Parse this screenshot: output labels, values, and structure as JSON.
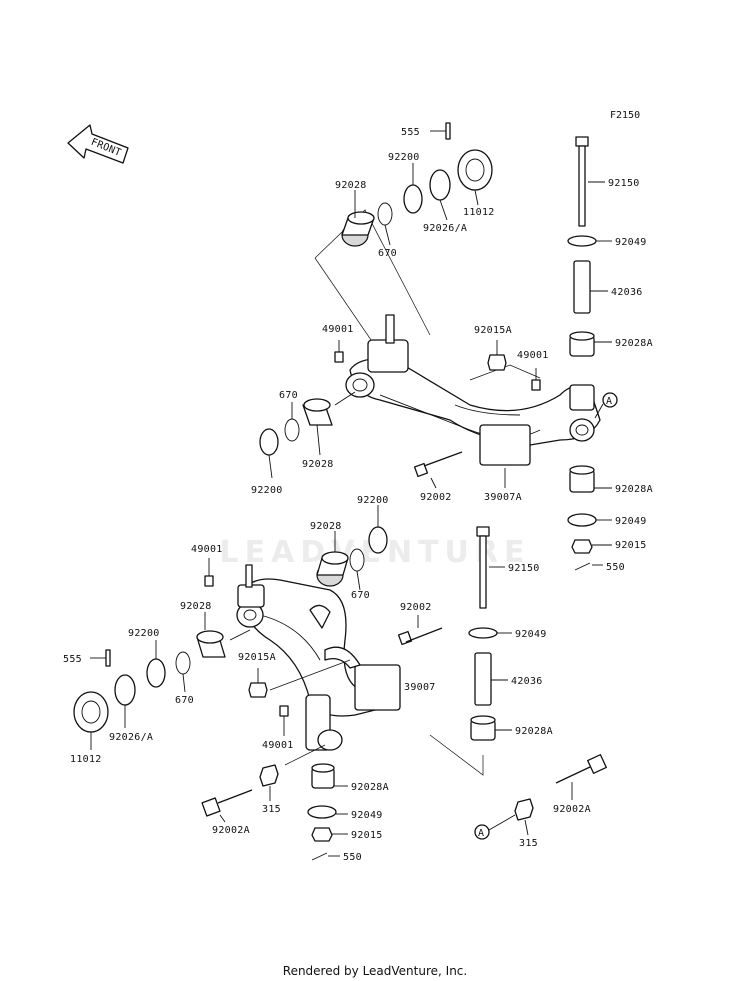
{
  "figure_code": "F2150",
  "watermark": "LEADVENTURE",
  "front_arrow": "FRONT",
  "footer": "Rendered by LeadVenture, Inc.",
  "callout_ref": "A",
  "labels": {
    "l555_top": "555",
    "l92150_top": "92150",
    "l92200_top": "92200",
    "l11012_top": "11012",
    "l92026a_top": "92026/A",
    "l92028_top": "92028",
    "l670_top": "670",
    "l92049_top": "92049",
    "l42036_top": "42036",
    "l49001_top": "49001",
    "l92015a_top": "92015A",
    "l49001_top2": "49001",
    "l92028a_top1": "92028A",
    "l670_mid": "670",
    "l92028_mid": "92028",
    "l92200_mid": "92200",
    "l92002_mid": "92002",
    "l39007a": "39007A",
    "l92028a_top2": "92028A",
    "l92200_lowtop": "92200",
    "l92028_lowtop": "92028",
    "l92049_r1": "92049",
    "l49001_low": "49001",
    "l92015_r1": "92015",
    "l550_r1": "550",
    "l92150_low": "92150",
    "l670_lowtop": "670",
    "l92028_low": "92028",
    "l92002_low": "92002",
    "l92049_low": "92049",
    "l92200_low": "92200",
    "l555_low": "555",
    "l92015a_low": "92015A",
    "l39007": "39007",
    "l42036_low": "42036",
    "l670_low": "670",
    "l92026a_low": "92026/A",
    "l49001_low2": "49001",
    "l92028a_low1": "92028A",
    "l11012_low": "11012",
    "l92028a_low2": "92028A",
    "l315_left": "315",
    "l92002a_right": "92002A",
    "l92049_low2": "92049",
    "l92002a_left": "92002A",
    "l92015_low": "92015",
    "l315_right": "315",
    "l550_low": "550"
  }
}
